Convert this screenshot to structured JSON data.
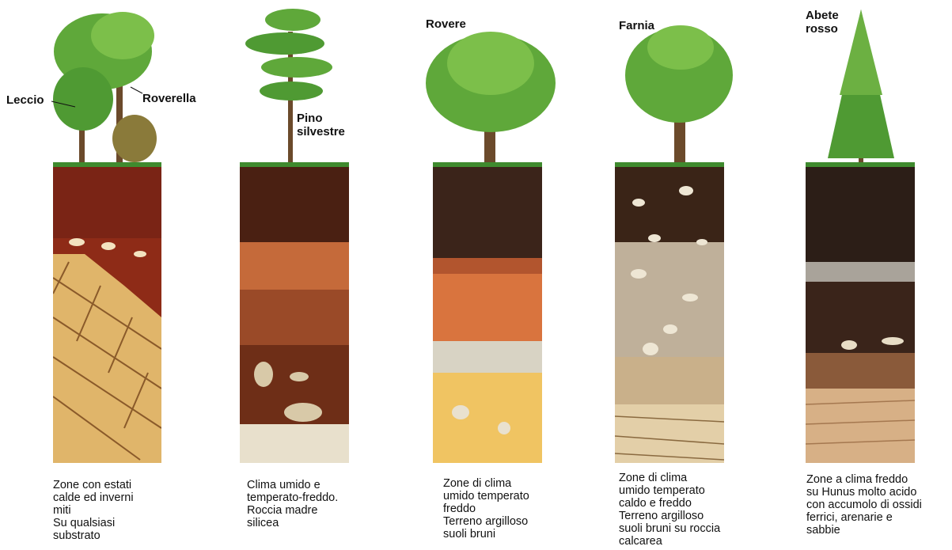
{
  "columns": [
    {
      "tree_labels": [
        "Leccio",
        "Roverella"
      ],
      "caption": "Zone con estati\ncalde ed inverni\nmiti\nSu qualsiasi\nsubstrato"
    },
    {
      "tree_labels": [
        "Pino\nsilvestre"
      ],
      "caption": "Clima umido e\ntemperato-freddo.\nRoccia madre\nsilicea"
    },
    {
      "tree_labels": [
        "Rovere"
      ],
      "caption": "Zone di clima\numido temperato\nfreddo\nTerreno argilloso\nsuoli bruni"
    },
    {
      "tree_labels": [
        "Farnia"
      ],
      "caption": "Zone di clima\numido temperato\ncaldo e freddo\nTerreno argilloso\nsuoli bruni su roccia\ncalcarea"
    },
    {
      "tree_labels": [
        "Abete\nrosso"
      ],
      "caption": "Zone a clima freddo\nsu Hunus molto acido\ncon accumolo di ossidi\nferrici, arenarie e\nsabbie"
    }
  ],
  "colors": {
    "grass": "#3f8a2e",
    "foliage": "#5fa83a",
    "trunk": "#6b4a2b"
  }
}
